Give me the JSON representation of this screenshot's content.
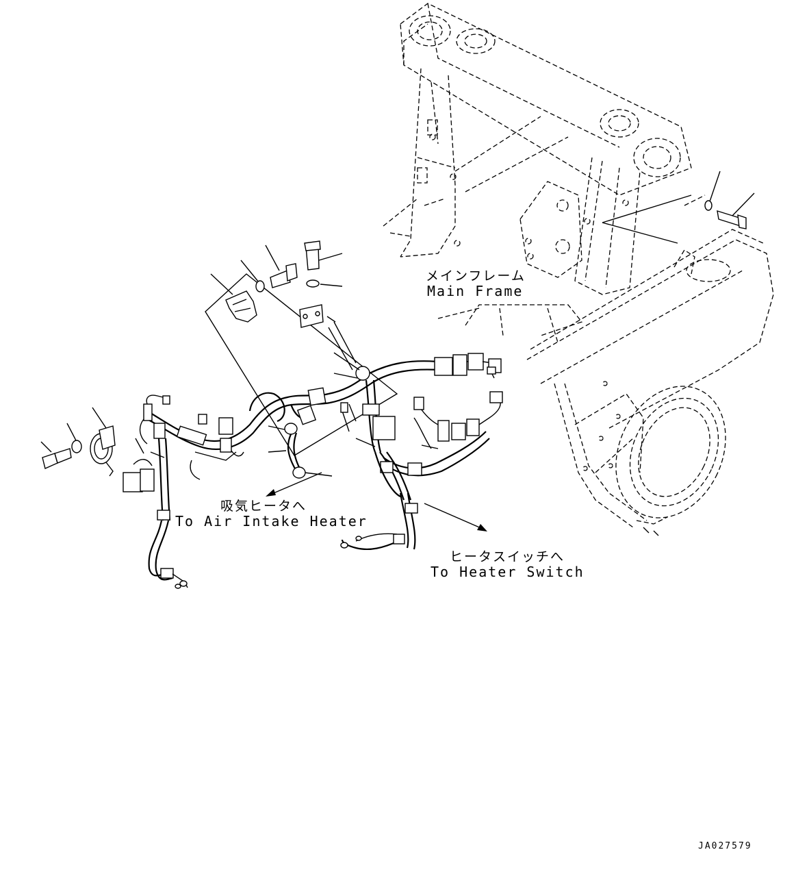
{
  "labels": {
    "main_frame_jp": "メインフレーム",
    "main_frame_en": "Main Frame",
    "air_intake_jp": "吸気ヒータへ",
    "air_intake_en": "To Air Intake Heater",
    "heater_switch_jp": "ヒータスイッチへ",
    "heater_switch_en": "To Heater Switch",
    "drawing_code": "JA027579"
  }
}
